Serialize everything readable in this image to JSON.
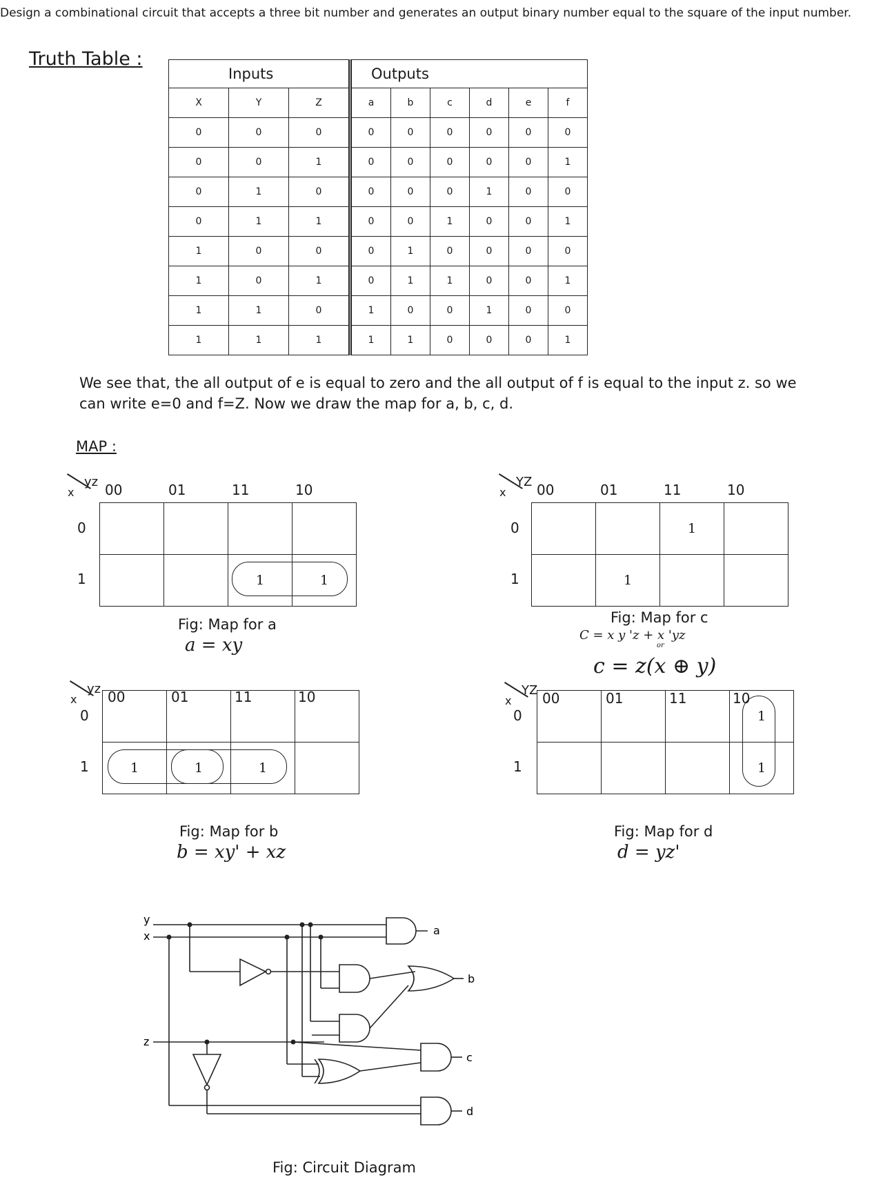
{
  "problem_text": "Design a combinational circuit that accepts a three bit number and generates an output binary number equal to the square of the input number.",
  "truth_table": {
    "title": "Truth Table :",
    "group_inputs": "Inputs",
    "group_outputs": "Outputs",
    "input_headers": [
      "X",
      "Y",
      "Z"
    ],
    "output_headers": [
      "a",
      "b",
      "c",
      "d",
      "e",
      "f"
    ],
    "rows": [
      [
        "0",
        "0",
        "0",
        "0",
        "0",
        "0",
        "0",
        "0",
        "0"
      ],
      [
        "0",
        "0",
        "1",
        "0",
        "0",
        "0",
        "0",
        "0",
        "1"
      ],
      [
        "0",
        "1",
        "0",
        "0",
        "0",
        "0",
        "1",
        "0",
        "0"
      ],
      [
        "0",
        "1",
        "1",
        "0",
        "0",
        "1",
        "0",
        "0",
        "1"
      ],
      [
        "1",
        "0",
        "0",
        "0",
        "1",
        "0",
        "0",
        "0",
        "0"
      ],
      [
        "1",
        "0",
        "1",
        "0",
        "1",
        "1",
        "0",
        "0",
        "1"
      ],
      [
        "1",
        "1",
        "0",
        "1",
        "0",
        "0",
        "1",
        "0",
        "0"
      ],
      [
        "1",
        "1",
        "1",
        "1",
        "1",
        "0",
        "0",
        "0",
        "1"
      ]
    ]
  },
  "explanation": "We see that, the all output of e is equal to zero and the all output of f is equal to the input z. so we can write e=0 and f=Z. Now we draw the map for a, b, c, d.",
  "map_title": "MAP :",
  "maps": {
    "a": {
      "col_var": "yz",
      "row_var": "x",
      "cols": [
        "00",
        "01",
        "11",
        "10"
      ],
      "rows": [
        "0",
        "1"
      ],
      "cells": [
        [
          "",
          "",
          "",
          ""
        ],
        [
          "",
          "",
          "1",
          "1"
        ]
      ],
      "caption": "Fig: Map for a",
      "equation": "a = xy"
    },
    "b": {
      "col_var": "yz",
      "row_var": "x",
      "cols": [
        "00",
        "01",
        "11",
        "10"
      ],
      "rows": [
        "0",
        "1"
      ],
      "cells": [
        [
          "",
          "",
          "",
          ""
        ],
        [
          "1",
          "1",
          "1",
          ""
        ]
      ],
      "caption": "Fig: Map for b",
      "equation": "b = xy' + xz"
    },
    "c": {
      "col_var": "YZ",
      "row_var": "x",
      "cols": [
        "00",
        "01",
        "11",
        "10"
      ],
      "rows": [
        "0",
        "1"
      ],
      "cells": [
        [
          "",
          "",
          "1",
          ""
        ],
        [
          "",
          "1",
          "",
          ""
        ]
      ],
      "caption": "Fig: Map for c",
      "equation1": "C = x y 'z + x 'yz",
      "or_label": "or",
      "equation2": "c = z(x ⊕ y)"
    },
    "d": {
      "col_var": "YZ",
      "row_var": "x",
      "cols": [
        "00",
        "01",
        "11",
        "10"
      ],
      "rows": [
        "0",
        "1"
      ],
      "cells": [
        [
          "",
          "",
          "",
          "1"
        ],
        [
          "",
          "",
          "",
          "1"
        ]
      ],
      "caption": "Fig: Map for d",
      "equation": "d = yz'"
    }
  },
  "circuit": {
    "input_labels": [
      "y",
      "x",
      "z"
    ],
    "output_labels": [
      "a",
      "b",
      "c",
      "d"
    ],
    "caption": "Fig: Circuit Diagram"
  }
}
